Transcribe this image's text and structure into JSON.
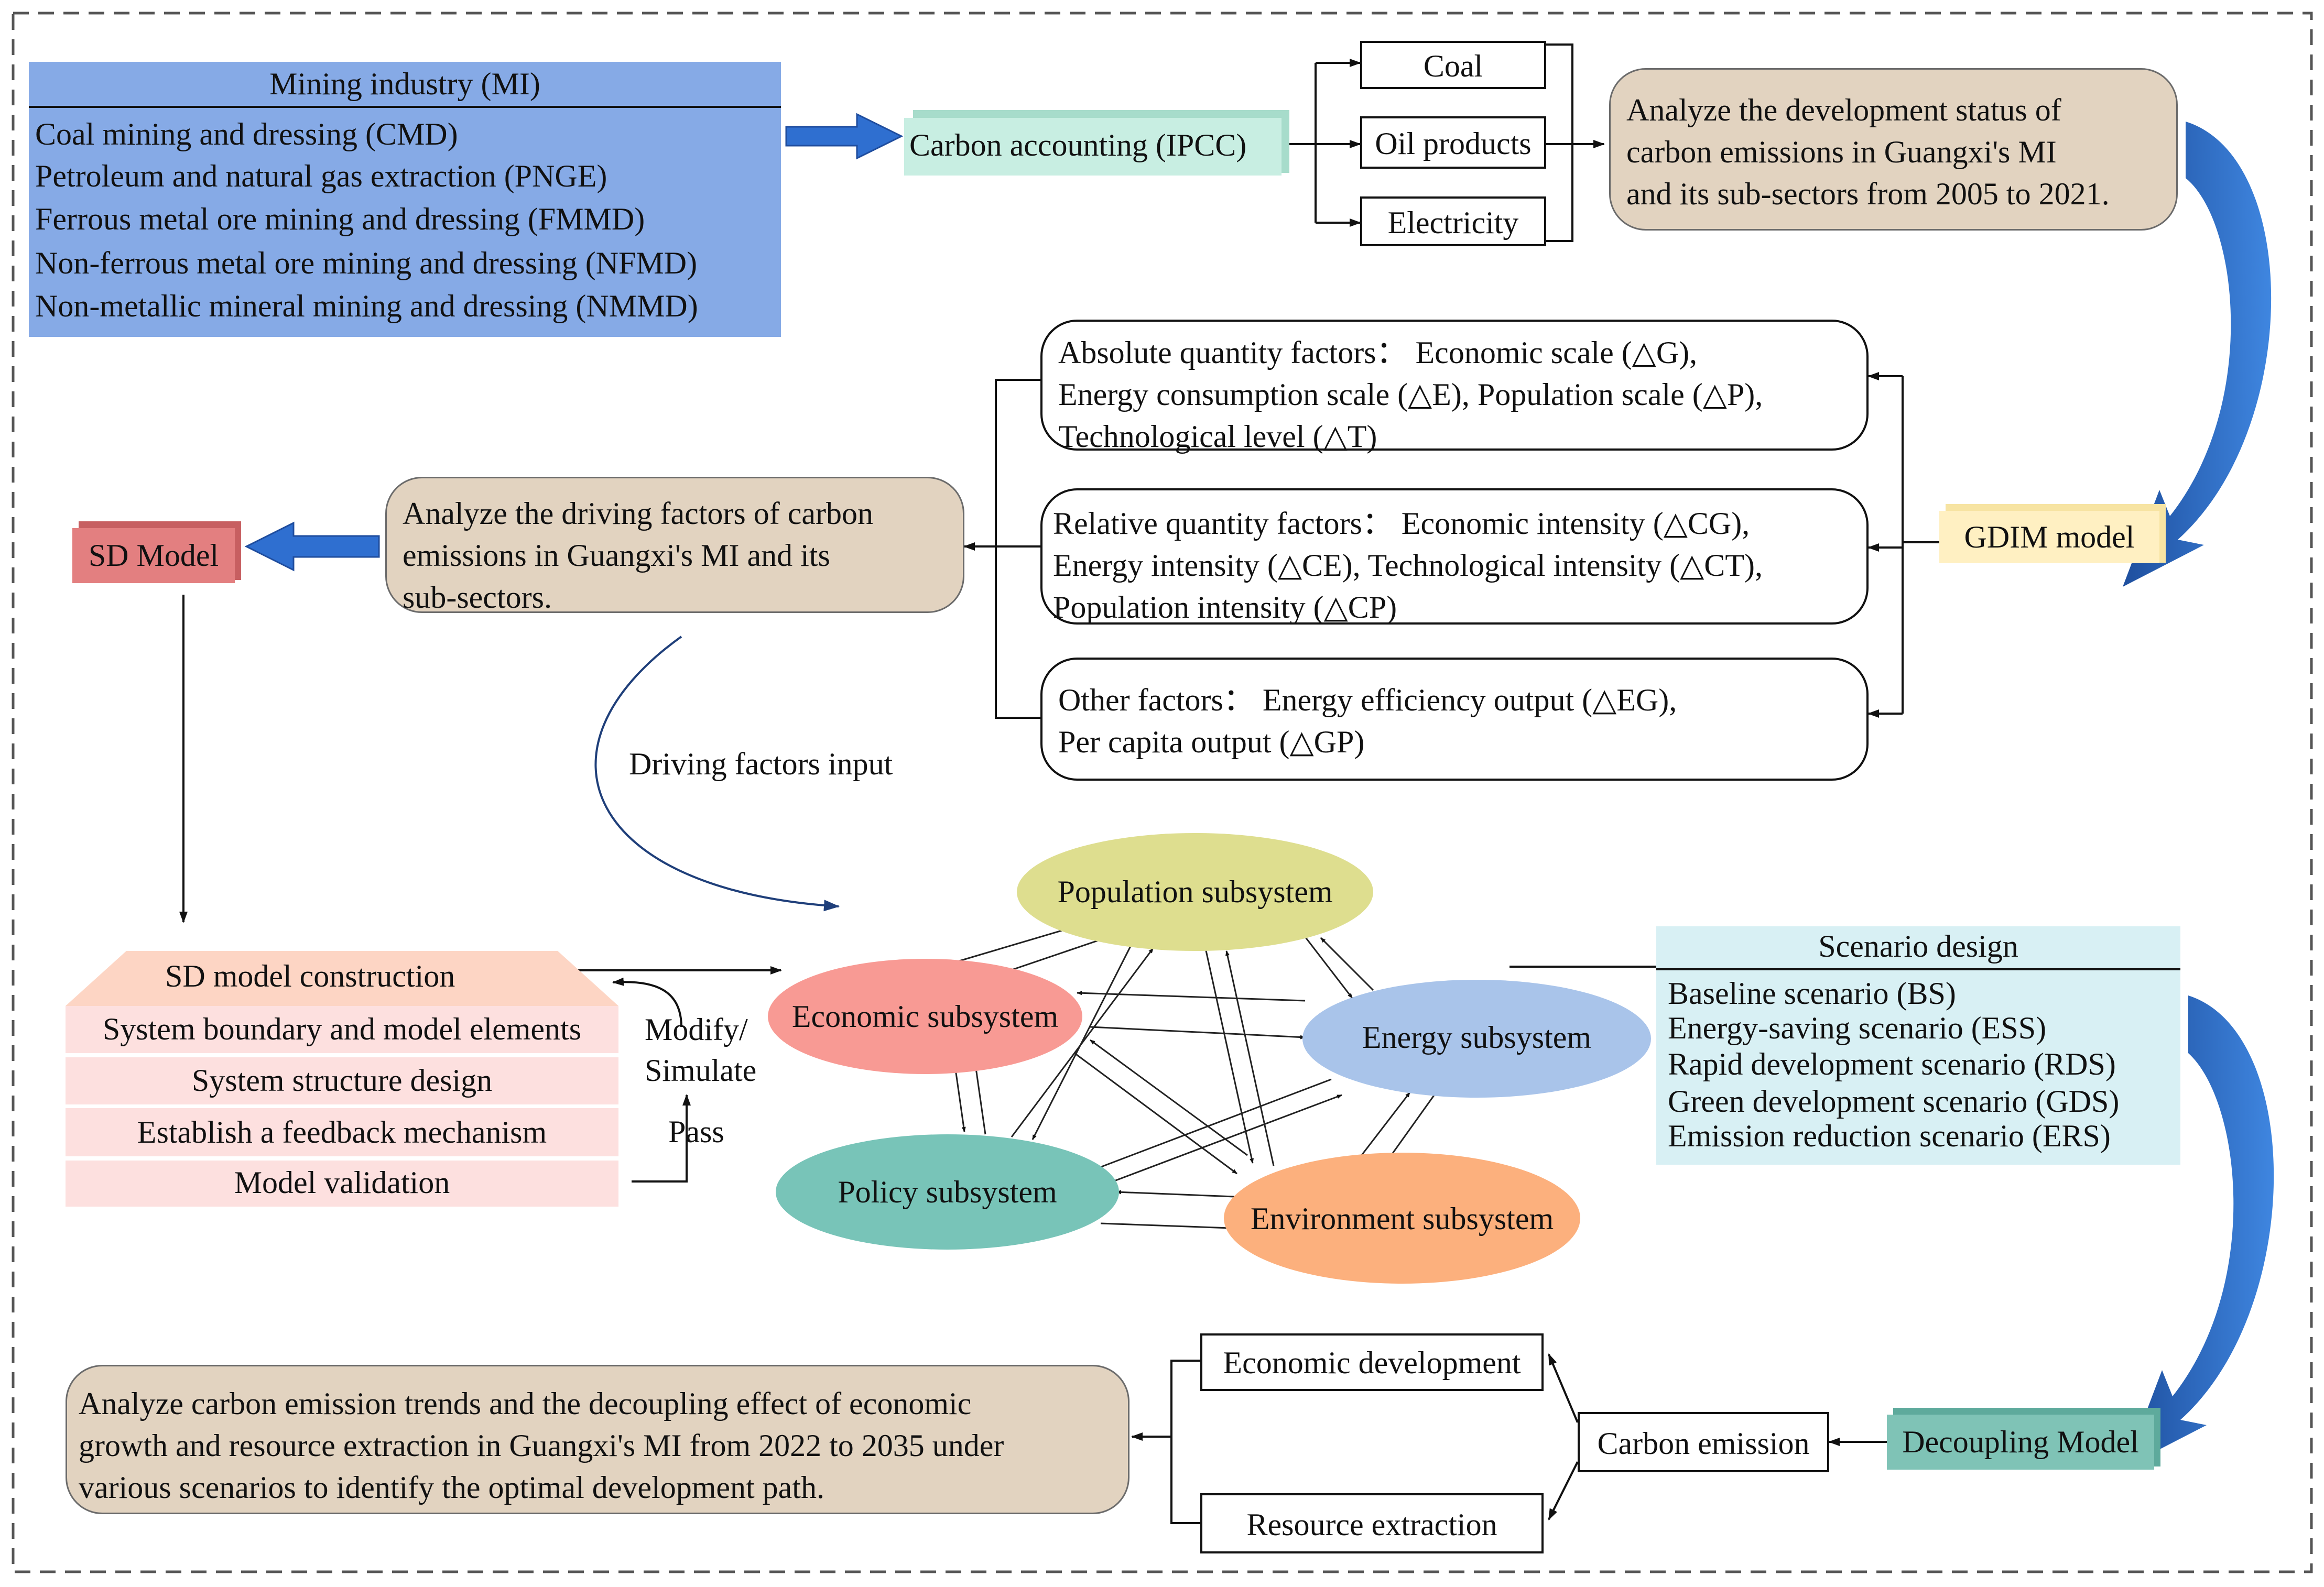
{
  "mining": {
    "title": "Mining industry (MI)",
    "sectors": [
      "Coal mining and dressing (CMD)",
      "Petroleum and natural gas extraction (PNGE)",
      "Ferrous metal ore mining and dressing (FMMD)",
      "Non-ferrous metal ore mining and dressing (NFMD)",
      "Non-metallic mineral mining and dressing (NMMD)"
    ]
  },
  "carbon_accounting": "Carbon accounting (IPCC)",
  "energy_sources": [
    "Coal",
    "Oil products",
    "Electricity"
  ],
  "status_analysis": [
    "Analyze the development status of",
    "carbon emissions in Guangxi's MI",
    "and its sub-sectors from 2005 to 2021."
  ],
  "gdim": "GDIM model",
  "factors": {
    "absolute": [
      "Absolute quantity factors： Economic scale (△G),",
      "Energy consumption scale (△E), Population scale (△P),",
      "Technological level (△T)"
    ],
    "relative": [
      "Relative quantity factors： Economic intensity (△CG),",
      "Energy intensity (△CE), Technological intensity (△CT),",
      "Population intensity (△CP)"
    ],
    "other": [
      "Other factors： Energy efficiency output (△EG),",
      "Per capita output (△GP)"
    ]
  },
  "driving_analysis": [
    "Analyze the driving factors of carbon",
    "emissions in Guangxi's MI and its",
    "sub-sectors."
  ],
  "sd_model": "SD Model",
  "driving_input": "Driving factors input",
  "sd_construction": {
    "title": "SD model construction",
    "steps": [
      "System boundary and model elements",
      "System structure design",
      "Establish a feedback mechanism",
      "Model validation"
    ]
  },
  "feedback": {
    "modify": "Modify/",
    "simulate": "Simulate",
    "pass": "Pass"
  },
  "subsystems": {
    "population": "Population subsystem",
    "economic": "Economic subsystem",
    "energy": "Energy subsystem",
    "policy": "Policy subsystem",
    "environment": "Environment subsystem"
  },
  "scenario": {
    "title": "Scenario design",
    "items": [
      "Baseline scenario (BS)",
      "Energy-saving scenario (ESS)",
      "Rapid development scenario (RDS)",
      "Green development scenario (GDS)",
      "Emission reduction scenario (ERS)"
    ]
  },
  "decoupling": "Decoupling Model",
  "carbon_emission": "Carbon emission",
  "economic_development": "Economic development",
  "resource_extraction": "Resource extraction",
  "final_analysis": [
    "Analyze carbon emission trends and the decoupling effect of economic",
    "growth and resource extraction in Guangxi's MI from 2022 to 2035 under",
    "various scenarios to identify the optimal development path."
  ],
  "colors": {
    "mining_blue": "#86aae6",
    "accounting_mint": "#c8eee2",
    "tan": "#e2d3c0",
    "gdim_yellow": "#fff0c2",
    "sd_red": "#e37f80",
    "pink": "#fde0df",
    "scenario_cyan": "#d8f0f4",
    "decoupling_teal": "#7fc3b6",
    "population_olive": "#dede8f",
    "economic_salmon": "#f89a94",
    "energy_blue": "#a9c4ea",
    "policy_teal": "#78c4b8",
    "environment_orange": "#fcb07d",
    "arrow_blue": "#2f6fd0"
  }
}
